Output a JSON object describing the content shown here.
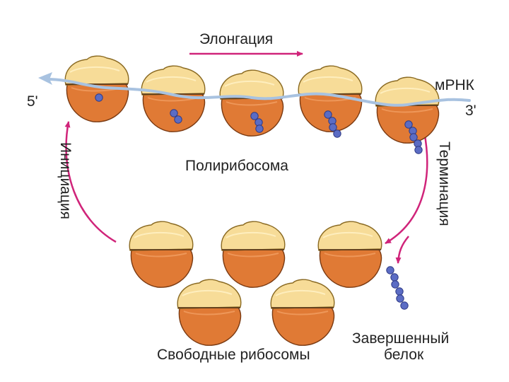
{
  "labels": {
    "elongation": "Элонгация",
    "mrna": "мРНК",
    "five_prime": "5'",
    "three_prime": "3'",
    "polyribosome": "Полирибосома",
    "initiation": "Инициация",
    "termination": "Терминация",
    "free_ribosomes": "Свободные рибосомы",
    "completed_protein_line1": "Завершенный",
    "completed_protein_line2": "белок"
  },
  "colors": {
    "small_subunit": "#f7dc98",
    "large_subunit": "#e07a35",
    "mrna": "#a8c2e0",
    "peptide": "#5b6cc4",
    "arrow": "#d0247a"
  },
  "polyribosome": {
    "ribosome_count": 5,
    "peptide_lengths": [
      1,
      2,
      3,
      4,
      5
    ]
  },
  "free_ribosomes": {
    "count": 5
  },
  "released_protein": {
    "length": 6
  }
}
